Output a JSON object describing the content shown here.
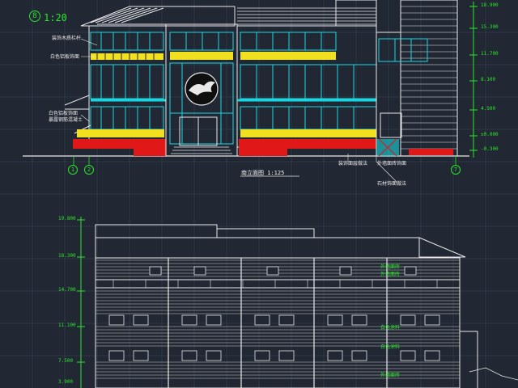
{
  "detail": {
    "circle_label": "8",
    "scale_label": "1:20"
  },
  "upper_drawing": {
    "title": "南立面图 1:125",
    "axis_marks": [
      "1",
      "2",
      "7"
    ],
    "left_notes": [
      "装饰木质栏杆",
      "白色铝板饰面",
      "白色铝板饰面",
      "暴露钢筋混凝土"
    ],
    "bottom_notes": [
      "装饰面层做法",
      "外墙面砖饰面",
      "石材饰面做法"
    ],
    "elevations": [
      "18.900",
      "15.300",
      "11.700",
      "8.100",
      "4.500",
      "±0.000",
      "-0.300"
    ]
  },
  "lower_drawing": {
    "elevations": [
      "19.800",
      "18.300",
      "14.700",
      "11.100",
      "7.500",
      "3.900"
    ],
    "right_notes": [
      "外墙面砖",
      "外墙面砖",
      "白色涂料",
      "白色涂料",
      "外墙面砖"
    ]
  },
  "colors": {
    "background": "#222833",
    "line": "#e8e8e8",
    "accent_green": "#29e629",
    "accent_cyan": "#19d7e0",
    "accent_red": "#e01818",
    "accent_yellow": "#f0e020"
  }
}
